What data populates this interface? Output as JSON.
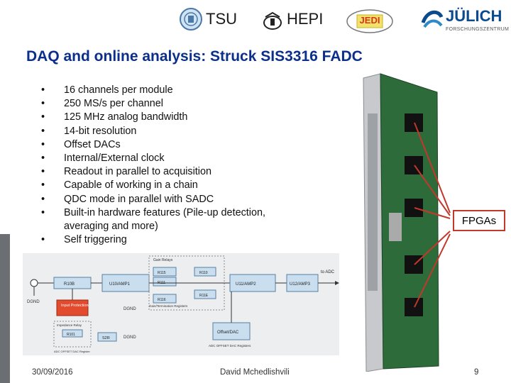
{
  "logos": {
    "tsu": "TSU",
    "hepi": "HEPI",
    "jedi": "JEDI",
    "julich_name": "JÜLICH",
    "julich_sub": "FORSCHUNGSZENTRUM"
  },
  "title": "DAQ and online analysis: Struck SIS3316 FADC",
  "bullets": [
    "16 channels per module",
    "250 MS/s per channel",
    "125 MHz analog bandwidth",
    "14-bit resolution",
    "Offset DACs",
    "Internal/External clock",
    "Readout in parallel to acquisition",
    "Capable of working in a chain",
    "QDC mode in parallel with SADC",
    "Built-in hardware features (Pile-up detection, averaging and more)",
    "Self triggering"
  ],
  "diagram": {
    "gain_relays": "Gain Relays",
    "r110": "R110",
    "r10b": "R10B",
    "u10_amp1": "U10/AMP1",
    "r111": "R111",
    "u11_amp2": "U11/AMP2",
    "u12_amp3": "U12/AMP3",
    "to_adc": "to ADC",
    "r11e": "R11E",
    "r1_15": "R115",
    "dgnd_top": "DGND",
    "dgnd_side": "DGND",
    "r116": "R116",
    "input_protection": "Input\nProtection",
    "gain_term_registers": "Gain/Termination\nRegisters",
    "impedance_relay": "Impedance Relay",
    "r101": "R101",
    "s2r": "S2R",
    "dgnd_mid": "DGND",
    "adc_offset_registers": "ADC OFFSET DAC\nRegister",
    "offset_dac": "Offset/DAC",
    "adc_offset_dac_reg": "ADC OFFSET DAC\nRegisters"
  },
  "callout": "FPGAs",
  "footer": {
    "date": "30/09/2016",
    "author": "David Mchedlishvili",
    "page": "9"
  },
  "colors": {
    "title": "#0b2f8a",
    "callout_border": "#c0392b",
    "box_fill": "#c9dff0",
    "protection_fill": "#e24b2e"
  }
}
